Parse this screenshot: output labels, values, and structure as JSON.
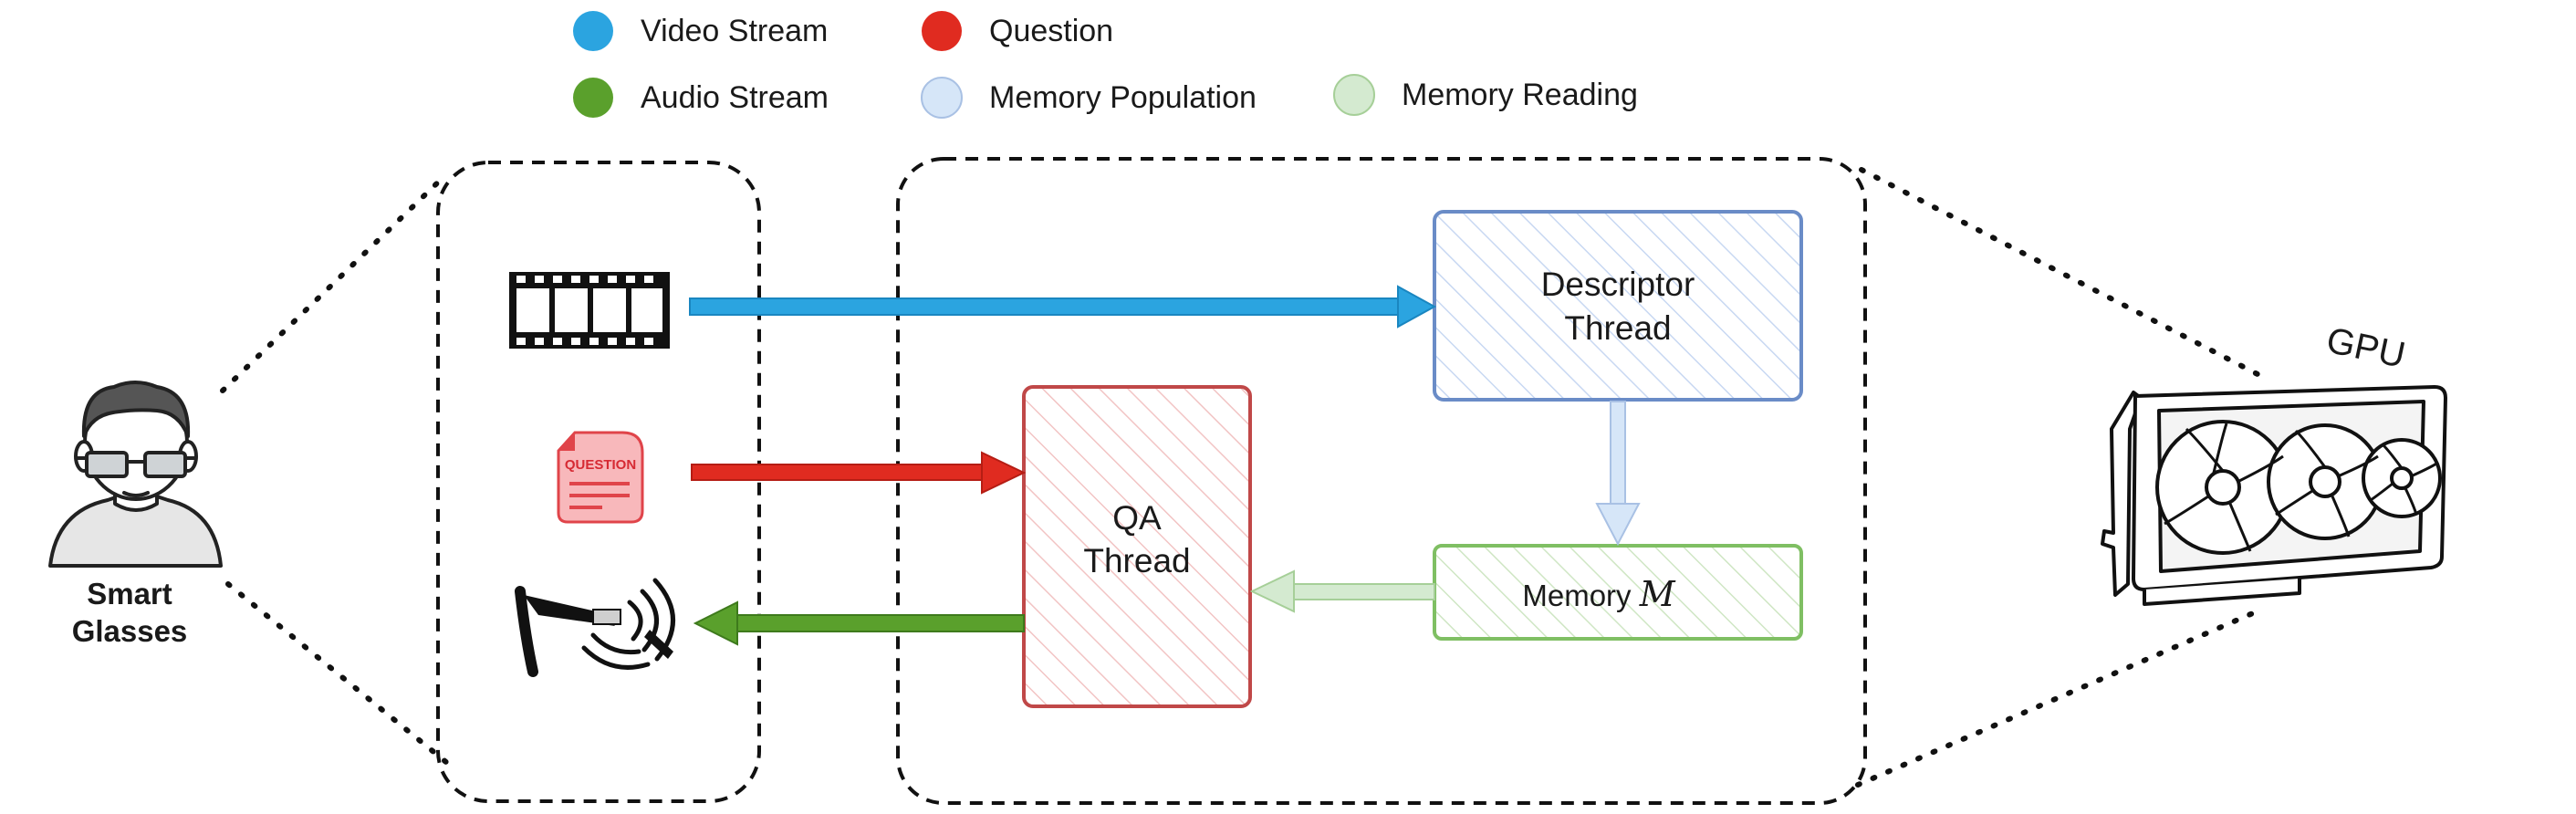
{
  "legend": {
    "video_stream": "Video Stream",
    "question": "Question",
    "audio_stream": "Audio Stream",
    "memory_population": "Memory Population",
    "memory_reading": "Memory Reading"
  },
  "user": {
    "label_line1": "Smart",
    "label_line2": "Glasses"
  },
  "device": {
    "question_icon_text": "QUESTION"
  },
  "threads": {
    "descriptor_line1": "Descriptor",
    "descriptor_line2": "Thread",
    "qa_line1": "QA",
    "qa_line2": "Thread",
    "memory_label": "Memory",
    "memory_symbol": "M"
  },
  "gpu": {
    "label": "GPU"
  },
  "colors": {
    "video": "#2ba4e0",
    "question": "#e02b20",
    "audio": "#5aa02c",
    "memory_population": "#d6e6f8",
    "memory_reading": "#d4ead0",
    "descriptor_border": "#6a8cc7",
    "qa_border": "#c04848",
    "memory_border": "#7fbf63"
  }
}
